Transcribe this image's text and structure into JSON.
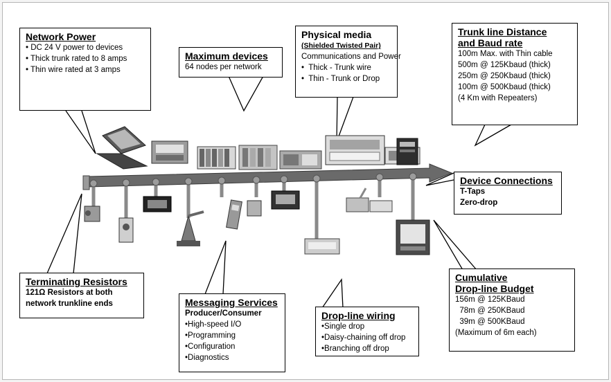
{
  "callouts": {
    "network_power": {
      "title": "Network Power",
      "bullets": [
        "DC 24 V power to devices",
        "Thick trunk rated to 8 amps",
        "Thin wire rated at 3 amps"
      ]
    },
    "maximum_devices": {
      "title": "Maximum devices",
      "text": "64 nodes per network"
    },
    "physical_media": {
      "title": "Physical media",
      "subtitle": "(Shielded Twisted Pair)",
      "text": "Communications and Power",
      "bullets": [
        "Thick - Trunk wire",
        "Thin - Trunk or Drop"
      ]
    },
    "trunk_line": {
      "title_line1": "Trunk line Distance",
      "title_line2": "and Baud rate",
      "lines": [
        "100m Max. with Thin cable",
        "500m @ 125Kbaud (thick)",
        "250m @ 250Kbaud (thick)",
        "100m @ 500Kbaud (thick)",
        "(4 Km with Repeaters)"
      ]
    },
    "device_connections": {
      "title": "Device Connections",
      "lines": [
        "T-Taps",
        "Zero-drop"
      ]
    },
    "terminating_resistors": {
      "title": "Terminating Resistors",
      "line1": "121Ω Resistors at both",
      "line2": "network trunkline ends"
    },
    "messaging_services": {
      "title": "Messaging Services",
      "subtitle": "Producer/Consumer",
      "items": [
        "•High-speed I/O",
        "•Programming",
        "•Configuration",
        "•Diagnostics"
      ]
    },
    "drop_line_wiring": {
      "title": "Drop-line wiring",
      "items": [
        "•Single drop",
        "•Daisy-chaining off drop",
        "•Branching off drop"
      ]
    },
    "cumulative_budget": {
      "title_line1": "Cumulative",
      "title_line2": "Drop-line Budget",
      "lines": [
        "156m @ 125KBaud",
        "  78m @ 250KBaud",
        "  39m @ 500KBaud",
        "(Maximum of 6m each)"
      ]
    }
  }
}
